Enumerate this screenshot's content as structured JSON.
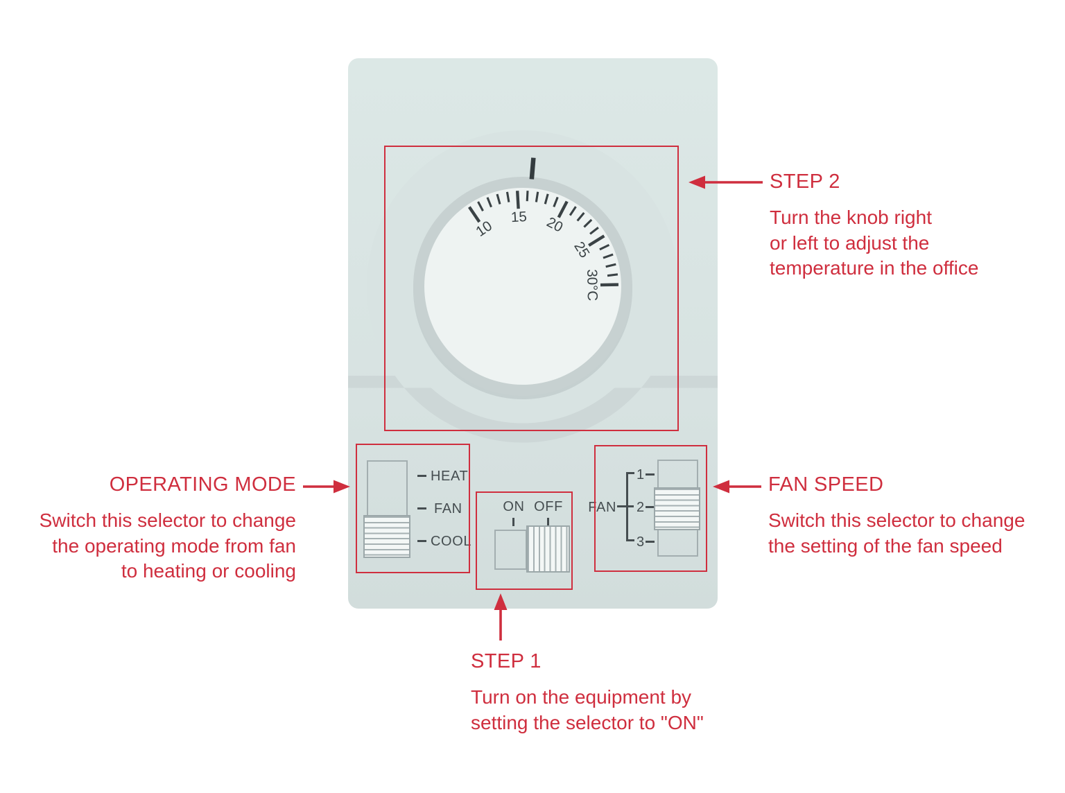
{
  "device": {
    "name": "thermostat",
    "dial": {
      "unit": "°C",
      "min": 10,
      "max": 30,
      "minor_step": 1,
      "major_step": 5,
      "labels": [
        {
          "value": 10,
          "text": "10"
        },
        {
          "value": 15,
          "text": "15"
        },
        {
          "value": 20,
          "text": "20"
        },
        {
          "value": 25,
          "text": "25"
        },
        {
          "value": 30,
          "text": "30°C"
        }
      ],
      "pointer_value": 16.3
    },
    "selectors": {
      "operating_mode": {
        "options": [
          "HEAT",
          "FAN",
          "COOL"
        ],
        "selected": "COOL"
      },
      "power": {
        "options": [
          "ON",
          "OFF"
        ],
        "selected": "OFF"
      },
      "fan_speed": {
        "label": "FAN",
        "options": [
          "1",
          "2",
          "3"
        ],
        "selected": "2"
      }
    }
  },
  "annotations": {
    "step2": {
      "title": "STEP 2",
      "lines": [
        "Turn the knob right",
        "or left to adjust the",
        "temperature in the office"
      ]
    },
    "operating_mode": {
      "title": "OPERATING MODE",
      "lines": [
        "Switch this selector to change",
        "the operating mode from fan",
        "to heating or cooling"
      ]
    },
    "fan_speed": {
      "title": "FAN SPEED",
      "lines": [
        "Switch this selector to change",
        "the setting of the fan speed"
      ]
    },
    "step1": {
      "title": "STEP 1",
      "lines": [
        "Turn on the equipment by",
        "setting the selector to \"ON\""
      ]
    }
  },
  "colors": {
    "accent_red": "#cf2e3e",
    "panel": "#d8e3e2",
    "seam_band": "#cdd7d7",
    "dial_ring": "#c7d1d1",
    "dial_face": "#eef3f2",
    "tick_dark": "#3a4245",
    "label_dark": "#454d50",
    "stripe_gray": "#a6b1b3"
  }
}
